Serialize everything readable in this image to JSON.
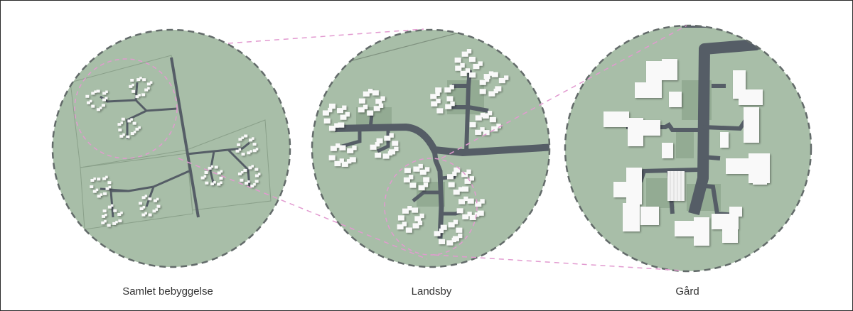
{
  "panels": [
    {
      "caption": "Samlet bebyggelse"
    },
    {
      "caption": "Landsby"
    },
    {
      "caption": "Gård"
    }
  ],
  "colors": {
    "disc": "#a8bea8",
    "disc_edge": "#636b6a",
    "road": "#555d66",
    "building": "#f9f9f9",
    "zoom_line": "#e29ad0",
    "parcel": "#93ab93"
  }
}
